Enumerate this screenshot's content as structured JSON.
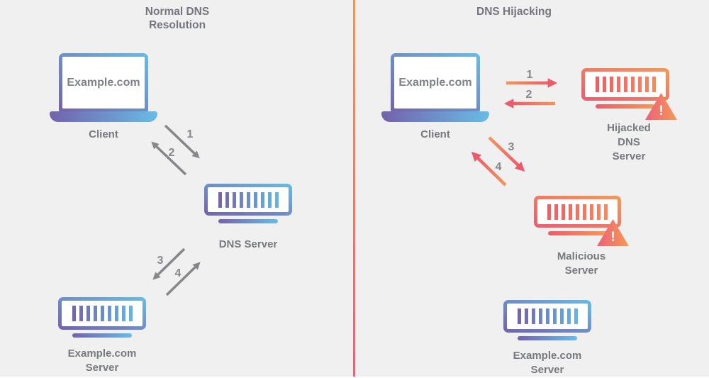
{
  "page": {
    "background": "#f0f0f1"
  },
  "colors": {
    "blue_gradient_light": "#68bce6",
    "blue_gradient_dark": "#7362ab",
    "orange_gradient_light": "#f39a57",
    "orange_gradient_dark": "#ec5c72",
    "arrow_gray": "#85878a",
    "arrow_orange_tail": "#f2955b",
    "arrow_red_head": "#ec5b6c",
    "text_gray": "#76797e"
  },
  "left": {
    "title": "Normal DNS\nResolution",
    "client": {
      "screen_text": "Example.com",
      "label": "Client"
    },
    "dns_server": {
      "label": "DNS Server"
    },
    "origin_server": {
      "label": "Example.com\nServer"
    },
    "steps": [
      "1",
      "2",
      "3",
      "4"
    ]
  },
  "right": {
    "title": "DNS Hijacking",
    "client": {
      "screen_text": "Example.com",
      "label": "Client"
    },
    "hijacked_server": {
      "label": "Hijacked\nDNS\nServer",
      "warning_glyph": "!"
    },
    "malicious_server": {
      "label": "Malicious\nServer",
      "warning_glyph": "!"
    },
    "origin_server": {
      "label": "Example.com\nServer"
    },
    "steps": [
      "1",
      "2",
      "3",
      "4"
    ]
  }
}
